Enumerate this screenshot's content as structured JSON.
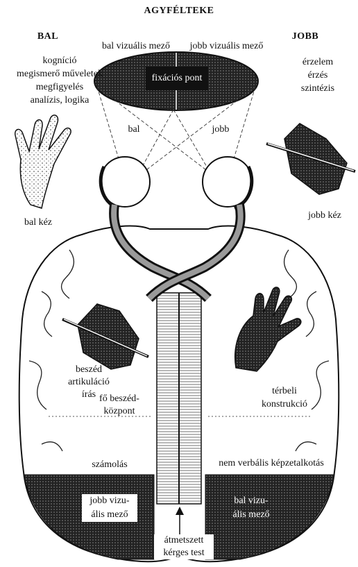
{
  "title": "AGYFÉLTEKE",
  "left_heading": "BAL",
  "right_heading": "JOBB",
  "visual_fields": {
    "left_label": "bal vizuális mező",
    "right_label": "jobb vizuális mező",
    "fixation_point": "fixációs pont",
    "left_path": "bal",
    "right_path": "jobb"
  },
  "left_functions": "kogníció\nmegismerő műveletek\nmegfigyelés\nanalízis, logika",
  "right_functions": "érzelem\nérzés\nszintézis",
  "left_hand": "bal kéz",
  "right_hand": "jobb kéz",
  "speech": "beszéd\nartikuláció\nírás",
  "speech_center": "fő beszéd-\nközpont",
  "spatial": "térbeli\nkonstrukció",
  "calculation": "számolás",
  "nonverbal": "nem verbális képzetalkotás",
  "left_visual_area": "jobb vizu-\nális mező",
  "right_visual_area": "bal vizu-\nális mező",
  "corpus_callosum": "átmetszett\nkérges test",
  "colors": {
    "ink": "#111111",
    "paper": "#ffffff",
    "shade": "#6a6a6a"
  }
}
